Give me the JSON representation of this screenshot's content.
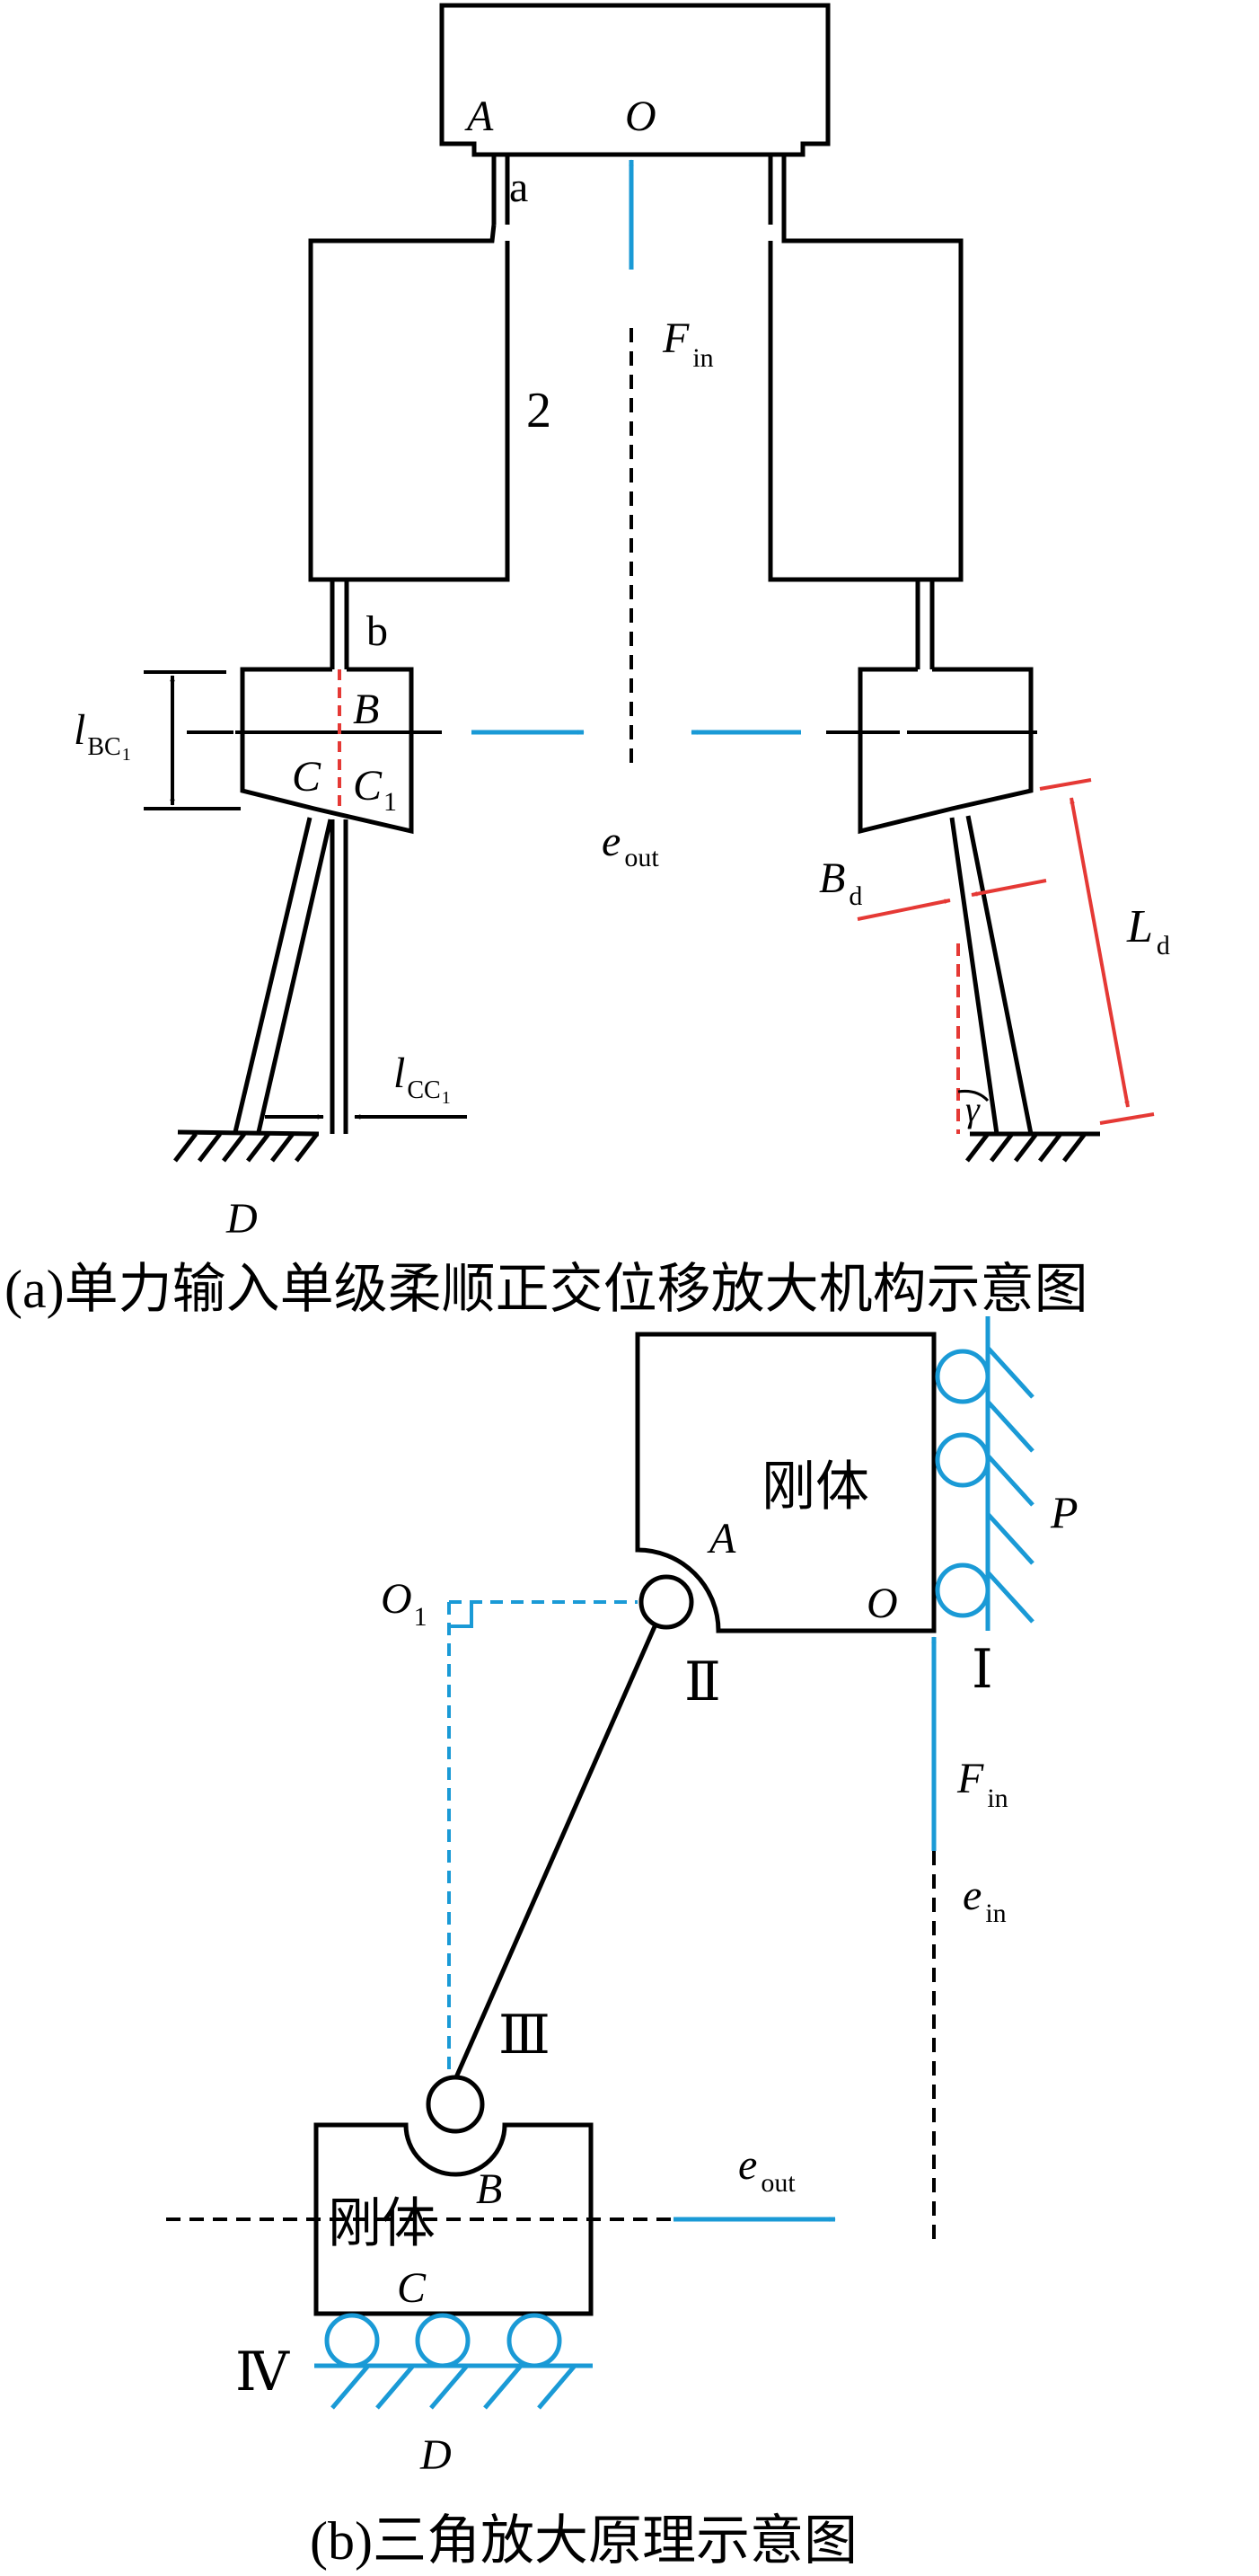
{
  "colors": {
    "structure": "#000000",
    "blue": "#1a9ad6",
    "red": "#e53935"
  },
  "part_a": {
    "labels": {
      "A": "A",
      "O": "O",
      "a": "a",
      "two": "2",
      "b": "b",
      "B": "B",
      "C": "C",
      "C1_main": "C",
      "C1_sub": "1",
      "D": "D",
      "F_in_main": "F",
      "F_in_sub": "in",
      "e_out_main": "e",
      "e_out_sub": "out",
      "l_BC1_main": "l",
      "l_BC1_sub": "BC",
      "l_BC1_subsub": "1",
      "l_CC1_main": "l",
      "l_CC1_sub": "CC",
      "l_CC1_subsub": "1",
      "B_d_main": "B",
      "B_d_sub": "d",
      "L_d_main": "L",
      "L_d_sub": "d",
      "gamma": "γ"
    },
    "caption": "(a)单力输入单级柔顺正交位移放大机构示意图"
  },
  "part_b": {
    "labels": {
      "rigid_body_top": "刚体",
      "rigid_body_bottom": "刚体",
      "A": "A",
      "O": "O",
      "P": "P",
      "O1_main": "O",
      "O1_sub": "1",
      "joint_I": "Ⅰ",
      "joint_II": "Ⅱ",
      "joint_III": "Ⅲ",
      "joint_IV": "Ⅳ",
      "F_in_main": "F",
      "F_in_sub": "in",
      "e_in_main": "e",
      "e_in_sub": "in",
      "e_out_main": "e",
      "e_out_sub": "out",
      "B": "B",
      "C": "C",
      "D": "D"
    },
    "caption": "(b)三角放大原理示意图"
  }
}
